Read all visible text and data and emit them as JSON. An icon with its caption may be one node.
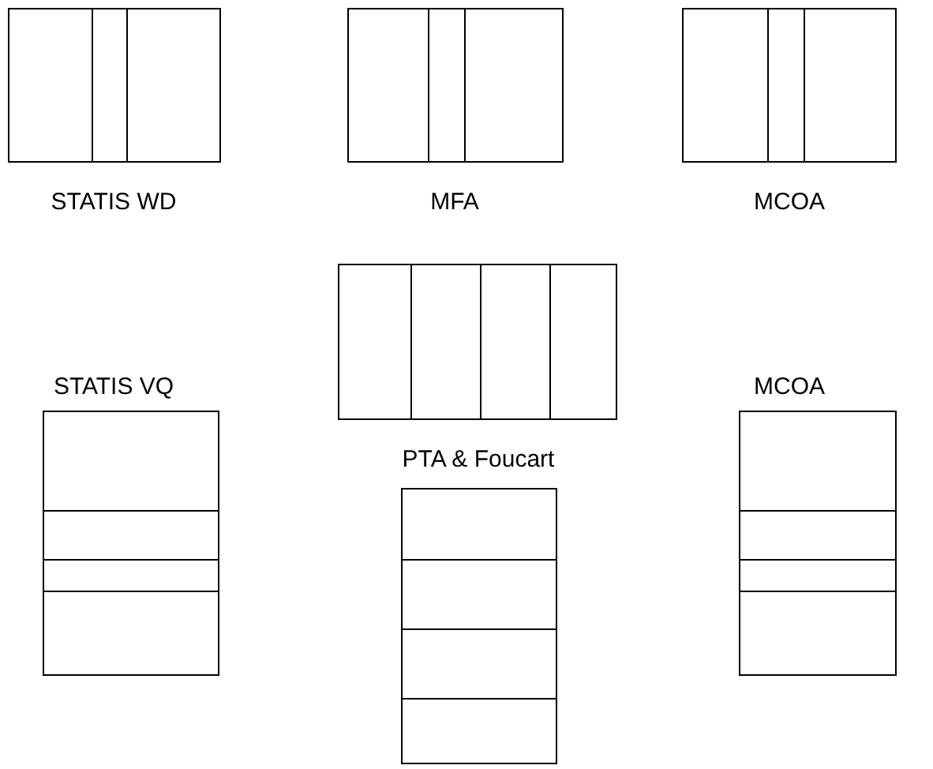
{
  "diagram": {
    "nodes": [
      {
        "text": [],
        "shape": "box",
        "beside": [
          "STATIS WD"
        ]
      },
      {
        "text": [],
        "shape": "box",
        "beside": [
          "MFA"
        ]
      },
      {
        "text": [],
        "shape": "box",
        "beside": [
          "MCOA"
        ]
      },
      {
        "text": [],
        "shape": "box",
        "beside": [
          "STATIS VQ"
        ]
      },
      {
        "text": [],
        "shape": "box",
        "beside": [
          "PTA & Foucart"
        ]
      },
      {
        "text": [],
        "shape": "box",
        "beside": [
          "MCOA"
        ]
      },
      {
        "text": [],
        "shape": "box"
      }
    ]
  }
}
